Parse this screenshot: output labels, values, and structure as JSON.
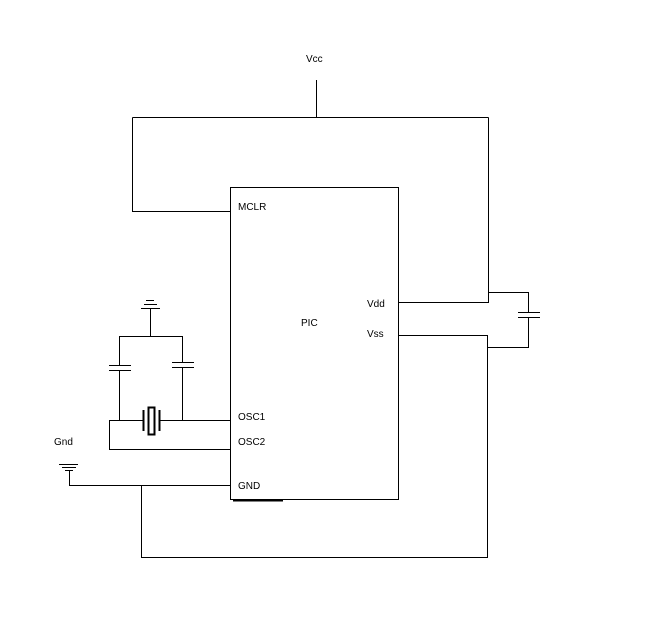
{
  "labels": {
    "vcc": "Vcc",
    "mclr": "MCLR",
    "pic": "PIC",
    "vdd": "Vdd",
    "vss": "Vss",
    "osc1": "OSC1",
    "osc2": "OSC2",
    "gnd_pin": "GND",
    "gnd_ext": "Gnd"
  }
}
